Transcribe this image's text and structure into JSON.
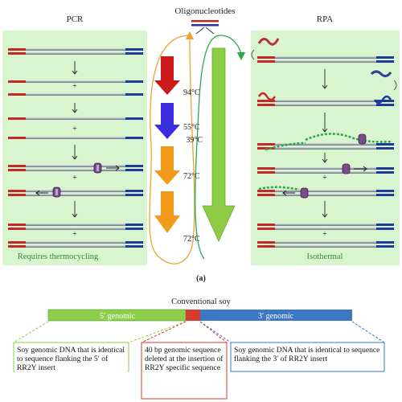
{
  "diagram": {
    "oligo_label": "Oligonucleotides",
    "pcr": {
      "title": "PCR",
      "footer": "Requires thermocycling",
      "plus_signs": [
        "+",
        "+",
        "+",
        "+"
      ]
    },
    "rpa": {
      "title": "RPA",
      "footer": "Isothermal",
      "plus_signs": [
        "+",
        "+"
      ]
    },
    "temperatures": {
      "denature": "94°C",
      "anneal": "55°C",
      "extend": "72°C",
      "final": "72°C",
      "isothermal": "39°C"
    },
    "panel_label": "(a)",
    "colors": {
      "panel_bg": "#d9f5d0",
      "strand_gray": "#9aa5ad",
      "primer_red": "#c62828",
      "primer_blue": "#1e3a9a",
      "arrow_red": "#cc1a1a",
      "arrow_blue": "#3a2fe0",
      "arrow_orange": "#f39a1a",
      "arrow_green": "#8fcc45",
      "loop_orange": "#f0a030",
      "loop_green": "#2aa84a"
    }
  },
  "soy": {
    "title": "Conventional soy",
    "left_segment_label": "5′ genomic",
    "right_segment_label": "3′ genomic",
    "boxes": {
      "left": "Soy genomic DNA that is identical to sequence flanking the 5′ of RR2Y insert",
      "middle": "40 bp genomic sequence deleted at the insertion of RR2Y specific sequence",
      "right": "Soy genomic DNA that is identical to sequence flanking the 3′ of RR2Y insert"
    },
    "colors": {
      "genomic_5": "#8ccf4a",
      "deletion": "#d63a2a",
      "genomic_3": "#3a78c4",
      "box_left_border": "#8ccf4a",
      "box_mid_border": "#d63a2a",
      "box_right_border": "#3a78c4"
    }
  }
}
